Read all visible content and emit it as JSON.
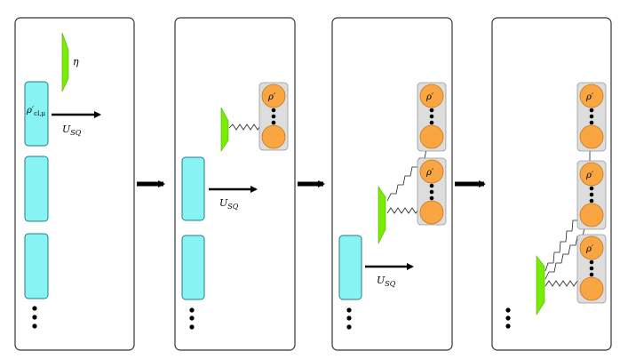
{
  "labels": {
    "pulse": "η",
    "state_rho": "ρ",
    "state_prime": "′",
    "state_sub": "cl,μ",
    "op_U": "U",
    "op_sub": "SQ",
    "mem_prime": "′"
  },
  "colors": {
    "panel_border": "#333333",
    "box_fill": "#88f3f3",
    "box_border": "#2a7a86",
    "green": "#77ee00",
    "orange": "#f9a541",
    "orange_border": "#c47a20",
    "memory_frame": "#dddddd",
    "arrow": "#000000"
  }
}
